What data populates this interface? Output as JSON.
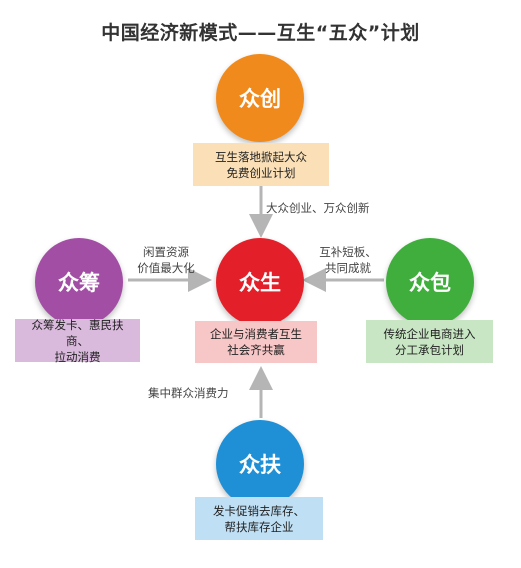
{
  "title": "中国经济新模式——互生“五众”计划",
  "nodes": {
    "top": {
      "name": "众创",
      "desc": "互生落地掀起大众\n免费创业计划",
      "color": "#f08a1c",
      "box_color": "#fbe0b7"
    },
    "left": {
      "name": "众筹",
      "desc": "众筹发卡、惠民扶商、\n拉动消费",
      "color": "#a14ea4",
      "box_color": "#d9b9dc"
    },
    "center": {
      "name": "众生",
      "desc": "企业与消费者互生\n社会齐共赢",
      "color": "#e3202a",
      "box_color": "#f7c6c6"
    },
    "right": {
      "name": "众包",
      "desc": "传统企业电商进入\n分工承包计划",
      "color": "#3fae3c",
      "box_color": "#c8e6c3"
    },
    "bottom": {
      "name": "众扶",
      "desc": "发卡促销去库存、\n帮扶库存企业",
      "color": "#1f8fd6",
      "box_color": "#bfdff4"
    }
  },
  "arrow_labels": {
    "top": "大众创业、万众创新",
    "left": "闲置资源\n价值最大化",
    "right": "互补短板、\n共同成就",
    "bottom": "集中群众消费力"
  },
  "arrow_color": "#b5b5b5"
}
